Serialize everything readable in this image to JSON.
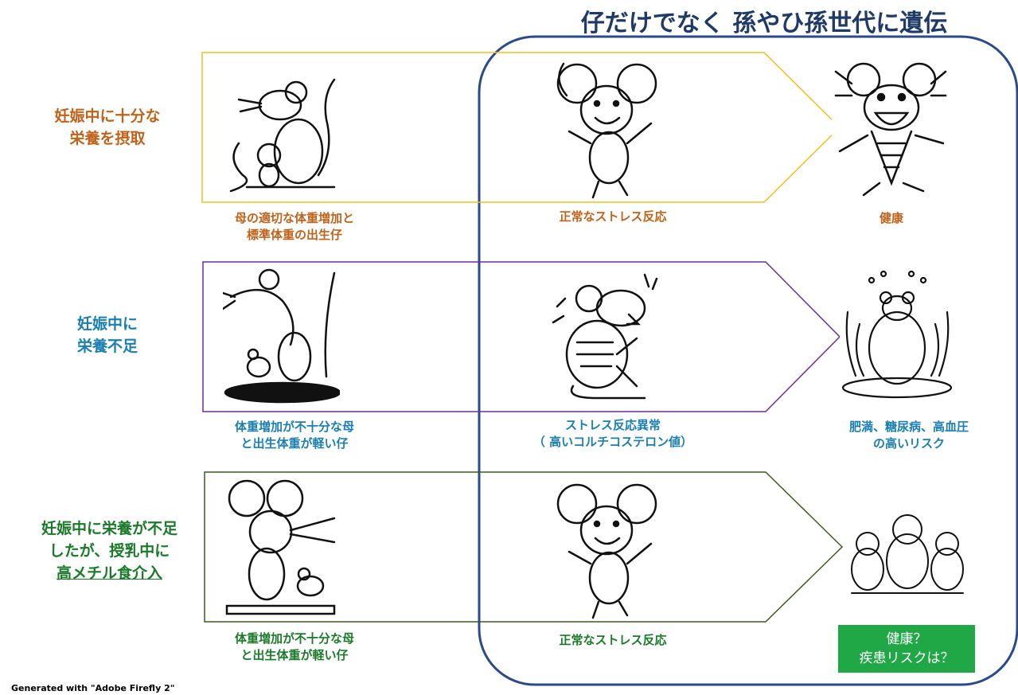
{
  "header": {
    "title": "仔だけでなく 孫やひ孫世代に遺伝"
  },
  "rows": [
    {
      "condition": [
        "妊娠中に十分な",
        "栄養を摂取"
      ],
      "mother_caption": [
        "母の適切な体重増加と",
        "標準体重の出生仔"
      ],
      "offspring_caption": [
        "正常なストレス反応"
      ],
      "outcome_caption": [
        "健康"
      ],
      "color": "#c0621a",
      "frame_color": "#f0c020"
    },
    {
      "condition": [
        "妊娠中に",
        "栄養不足"
      ],
      "mother_caption": [
        "体重増加が不十分な母",
        "と出生体重が軽い仔"
      ],
      "offspring_caption": [
        "ストレス反応異常",
        "（ 高いコルチコステロン値）"
      ],
      "outcome_caption": [
        "肥満、糖尿病、高血圧",
        "の高いリスク"
      ],
      "color": "#1a7fb0",
      "frame_color": "#6b2f9a"
    },
    {
      "condition": [
        "妊娠中に栄養が不足",
        "したが、授乳中に",
        "高メチル食介入"
      ],
      "mother_caption": [
        "体重増加が不十分な母",
        "と出生体重が軽い仔"
      ],
      "offspring_caption": [
        "正常なストレス反応"
      ],
      "outcome_badge": [
        "健康？",
        "疾患リスクは？"
      ],
      "color": "#1b7a2a",
      "frame_color": "#3d5a1e",
      "badge_color": "#21a846"
    }
  ],
  "generation_box_color": "#2b4a8a",
  "footer": {
    "credit": "Generated with \"Adobe Firefly 2\""
  }
}
